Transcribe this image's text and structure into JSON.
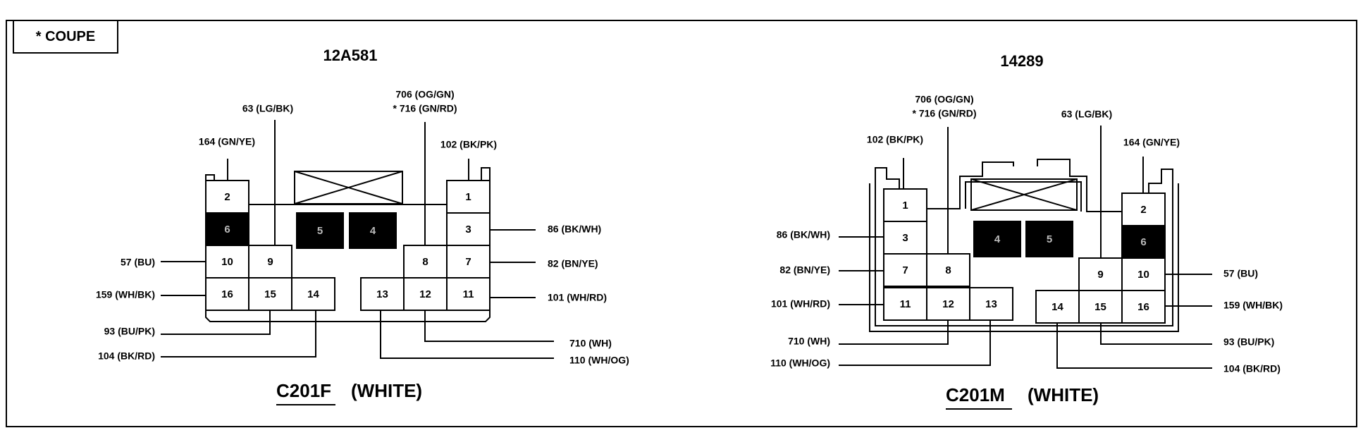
{
  "note": "* COUPE",
  "colors": {
    "line": "#000000",
    "filled_cavity": "#000000",
    "background": "#ffffff"
  },
  "connectors": [
    {
      "part_number": "12A581",
      "name": "C201F",
      "color_label": "(WHITE)",
      "cavities": [
        "1",
        "2",
        "3",
        "4",
        "5",
        "6",
        "7",
        "8",
        "9",
        "10",
        "11",
        "12",
        "13",
        "14",
        "15",
        "16"
      ],
      "filled_cavities": [
        "4",
        "5",
        "6"
      ],
      "circuits": [
        {
          "pin": "2",
          "label": "164 (GN/YE)"
        },
        {
          "pin": "9",
          "label": "63 (LG/BK)"
        },
        {
          "pin": "8",
          "label": "706 (OG/GN)",
          "label2": "* 716 (GN/RD)"
        },
        {
          "pin": "1",
          "label": "102 (BK/PK)"
        },
        {
          "pin": "3",
          "label": "86 (BK/WH)"
        },
        {
          "pin": "7",
          "label": "82 (BN/YE)"
        },
        {
          "pin": "11",
          "label": "101 (WH/RD)"
        },
        {
          "pin": "10",
          "label": "57 (BU)"
        },
        {
          "pin": "16",
          "label": "159 (WH/BK)"
        },
        {
          "pin": "15",
          "label": "93 (BU/PK)"
        },
        {
          "pin": "14",
          "label": "104 (BK/RD)"
        },
        {
          "pin": "12",
          "label": "710 (WH)"
        },
        {
          "pin": "13",
          "label": "110 (WH/OG)"
        }
      ]
    },
    {
      "part_number": "14289",
      "name": "C201M",
      "color_label": "(WHITE)",
      "cavities": [
        "1",
        "2",
        "3",
        "4",
        "5",
        "6",
        "7",
        "8",
        "9",
        "10",
        "11",
        "12",
        "13",
        "14",
        "15",
        "16"
      ],
      "filled_cavities": [
        "4",
        "5",
        "6"
      ],
      "circuits": [
        {
          "pin": "8",
          "label": "706 (OG/GN)",
          "label2": "* 716 (GN/RD)"
        },
        {
          "pin": "1",
          "label": "102 (BK/PK)"
        },
        {
          "pin": "9",
          "label": "63 (LG/BK)"
        },
        {
          "pin": "2",
          "label": "164 (GN/YE)"
        },
        {
          "pin": "3",
          "label": "86 (BK/WH)"
        },
        {
          "pin": "7",
          "label": "82 (BN/YE)"
        },
        {
          "pin": "11",
          "label": "101 (WH/RD)"
        },
        {
          "pin": "10",
          "label": "57 (BU)"
        },
        {
          "pin": "16",
          "label": "159 (WH/BK)"
        },
        {
          "pin": "15",
          "label": "93 (BU/PK)"
        },
        {
          "pin": "12",
          "label": "710 (WH)"
        },
        {
          "pin": "13",
          "label": "110 (WH/OG)"
        },
        {
          "pin": "14",
          "label": "104 (BK/RD)"
        }
      ]
    }
  ]
}
